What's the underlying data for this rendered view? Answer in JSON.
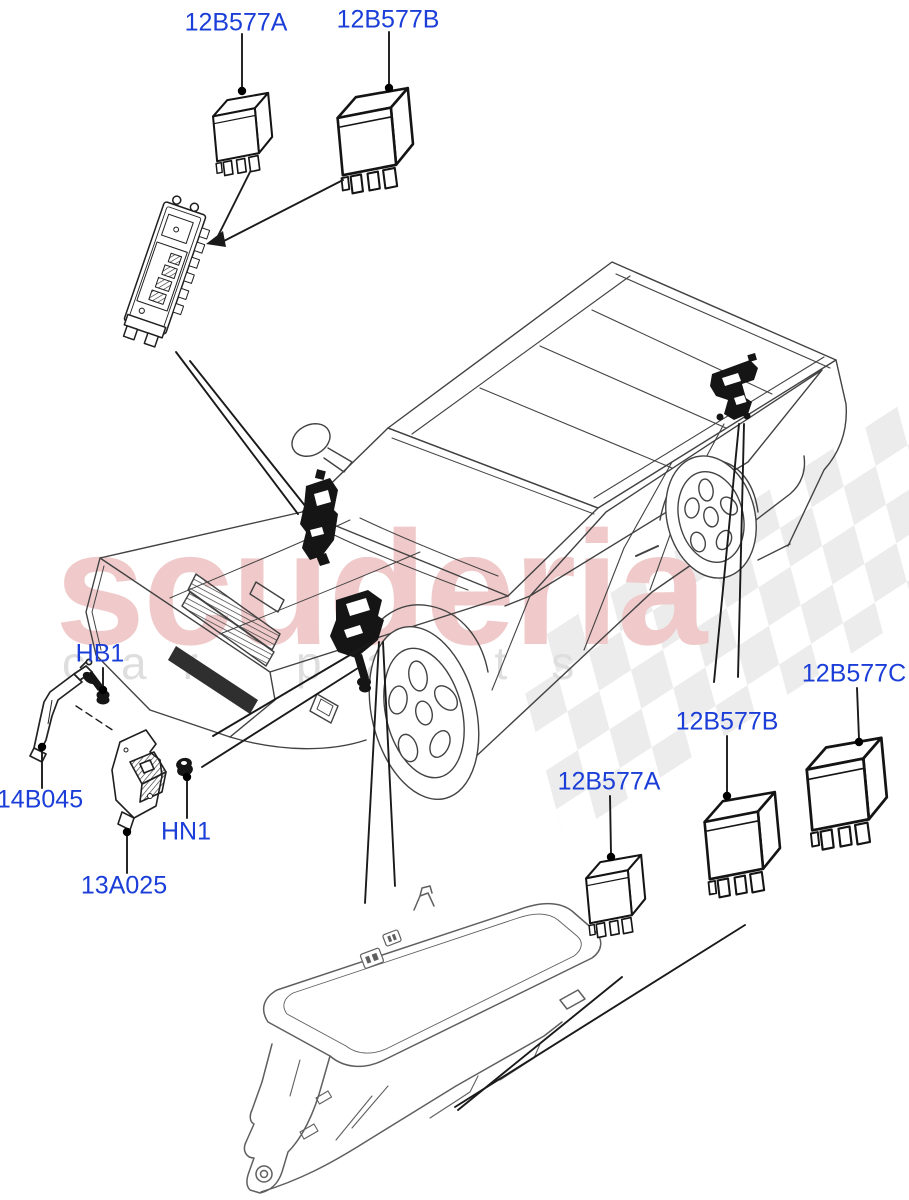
{
  "labels": {
    "relay_top_a": "12B577A",
    "relay_top_b": "12B577B",
    "bolt_hb1": "HB1",
    "bracket_14b045": "14B045",
    "nut_hn1": "HN1",
    "module_13a025": "13A025",
    "relay_bottom_a": "12B577A",
    "relay_bottom_b": "12B577B",
    "relay_bottom_c": "12B577C"
  },
  "watermark": {
    "brand": "scuderia",
    "subtitle_word1": "car",
    "subtitle_word2": "parts"
  },
  "colors": {
    "label_blue": "#1b3ed8",
    "leader_line": "#1a1a1a",
    "sketch_gray": "#424242",
    "part_dark": "#151515",
    "watermark_pink": "#f0caca",
    "watermark_gray": "#dedede",
    "checker_gray": "#ececec"
  }
}
